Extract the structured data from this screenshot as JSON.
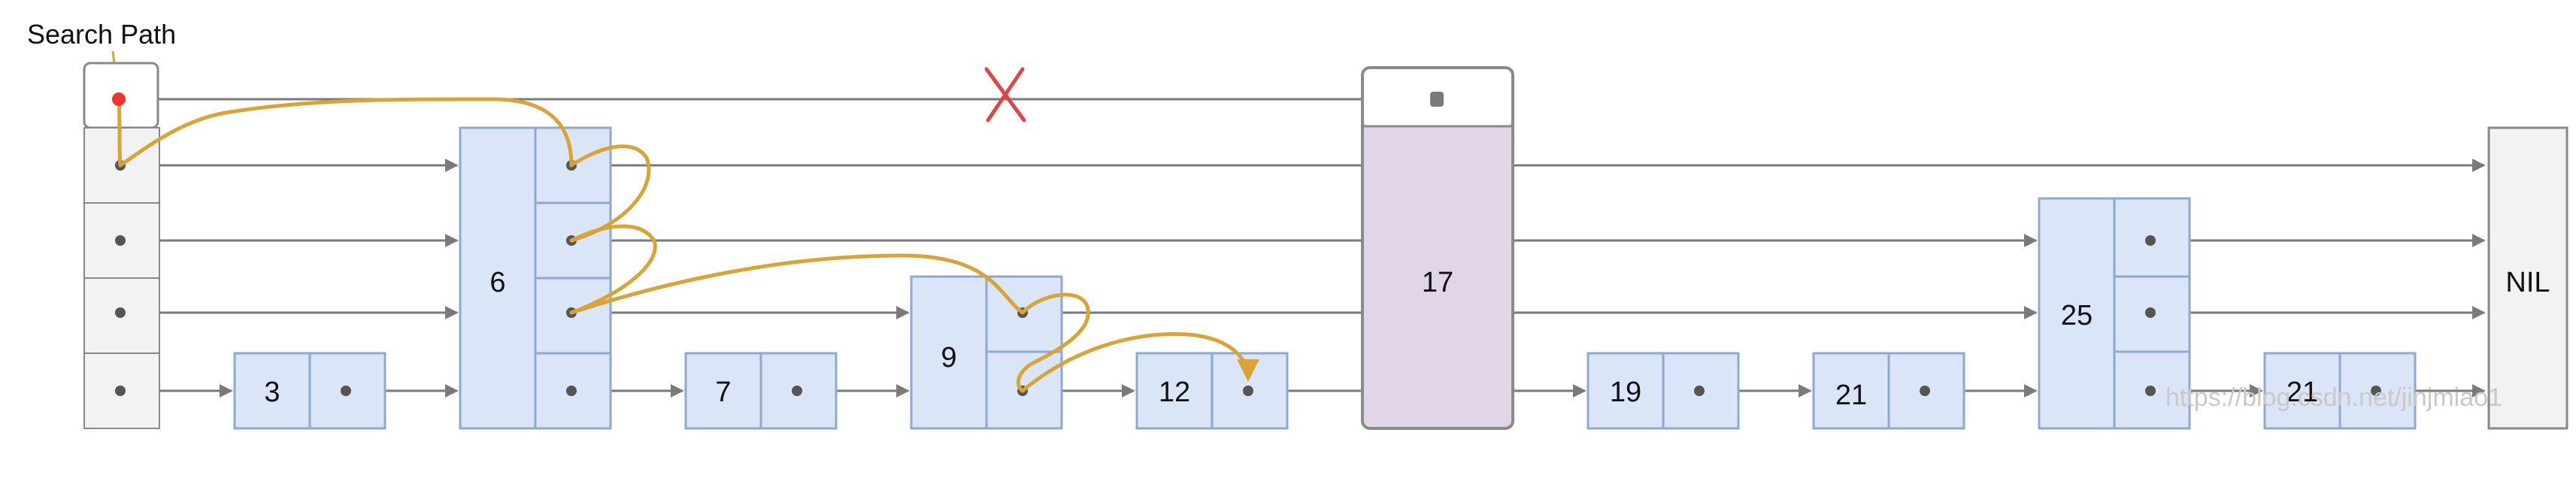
{
  "search_path_label": "Search Path",
  "watermark": "https://blog.csdn.net/jinjmiao1",
  "nodes": {
    "n3": "3",
    "n6": "6",
    "n7": "7",
    "n9": "9",
    "n12": "12",
    "n17": "17",
    "n19": "19",
    "n21a": "21",
    "n25": "25",
    "n21b": "21",
    "nil": "NIL"
  },
  "colors": {
    "node_fill": "#dae6f8",
    "node_stroke": "#8fa8d2",
    "head_fill": "#f2f2f2",
    "head_stroke": "#888888",
    "new_node_fill": "#e0d6e6",
    "new_node_stroke": "#8a8a8a",
    "pointer": "#7a7a7a",
    "dot": "#555555",
    "search_path": "#d9a336",
    "cross": "#e04545",
    "start_dot": "#ee3333"
  }
}
